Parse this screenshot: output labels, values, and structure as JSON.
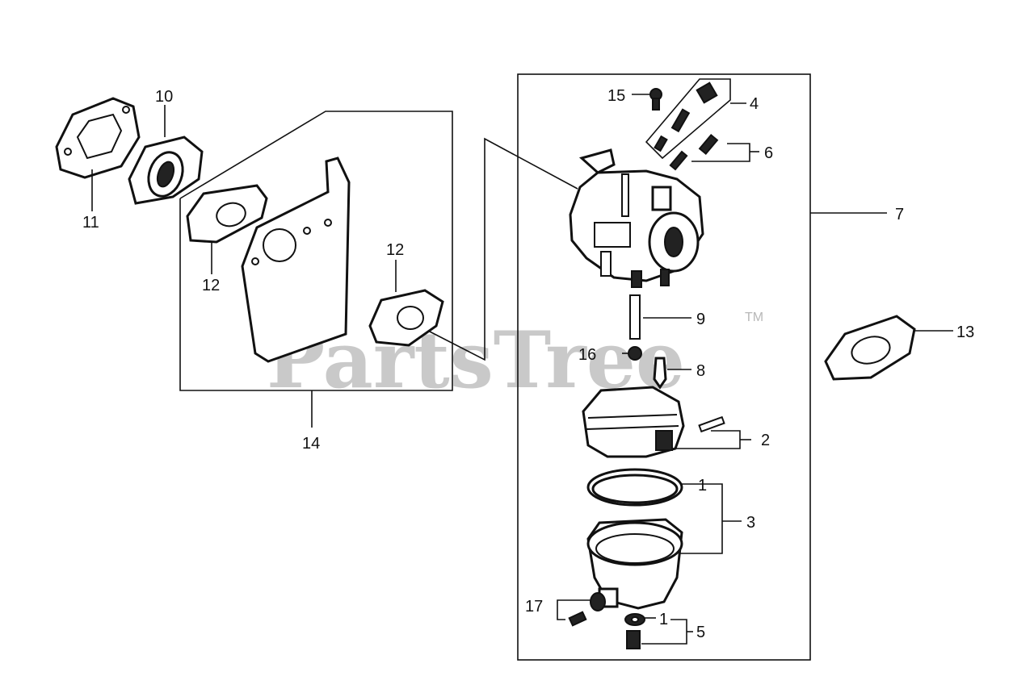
{
  "watermark": {
    "text": "PartsTree",
    "trademark": "TM"
  },
  "callouts": {
    "n1a": "1",
    "n1b": "1",
    "n2": "2",
    "n3": "3",
    "n4": "4",
    "n5": "5",
    "n6": "6",
    "n7": "7",
    "n8": "8",
    "n9": "9",
    "n10": "10",
    "n11": "11",
    "n12a": "12",
    "n12b": "12",
    "n13": "13",
    "n14": "14",
    "n15": "15",
    "n16": "16",
    "n17": "17"
  }
}
